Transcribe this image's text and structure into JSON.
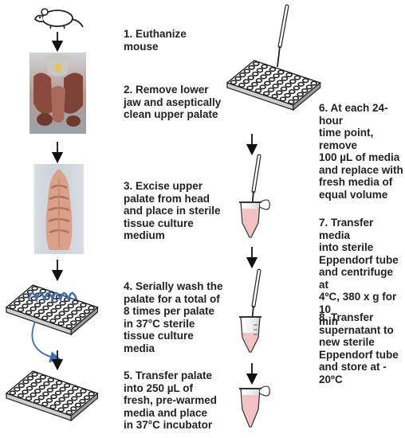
{
  "steps": [
    {
      "text": "1.  Euthanize\nmouse"
    },
    {
      "text": "2.  Remove lower\njaw and aseptically\nclean upper palate"
    },
    {
      "text": "3.  Excise upper\npalate from head\nand place in sterile\ntissue culture\nmedium"
    },
    {
      "text": "4.  Serially wash the\npalate for a total of\n8 times per palate\nin 37°C sterile\ntissue culture\nmedia"
    },
    {
      "text": "5.  Transfer palate\ninto 250 µL of\nfresh, pre-warmed\nmedia and place\nin 37°C incubator"
    },
    {
      "text": "6.  At each 24-hour\ntime point, remove\n100 µL of media\nand replace with\nfresh media of\nequal volume"
    },
    {
      "text": "7.  Transfer media\ninto sterile\nEppendorf tube\nand centrifuge at\n4ºC, 380 x g for 10\nmin"
    },
    {
      "text": "8.  Transfer\nsupernatant to\nnew sterile\nEppendorf tube\nand store at - 20ºC"
    }
  ],
  "icons": {
    "mouse": "mouse-icon",
    "head_photo": "mouse-head-photo",
    "palate_photo": "palate-tissue-photo",
    "plate": "culture-plate-icon",
    "pipette": "pipette-icon",
    "tube": "eppendorf-tube-icon",
    "arrow": "down-arrow-icon"
  },
  "colors": {
    "tube_fluid": "#f3c2c2",
    "wash_coil": "#3f6fb0",
    "tissue_pink": "#d9a08a"
  }
}
